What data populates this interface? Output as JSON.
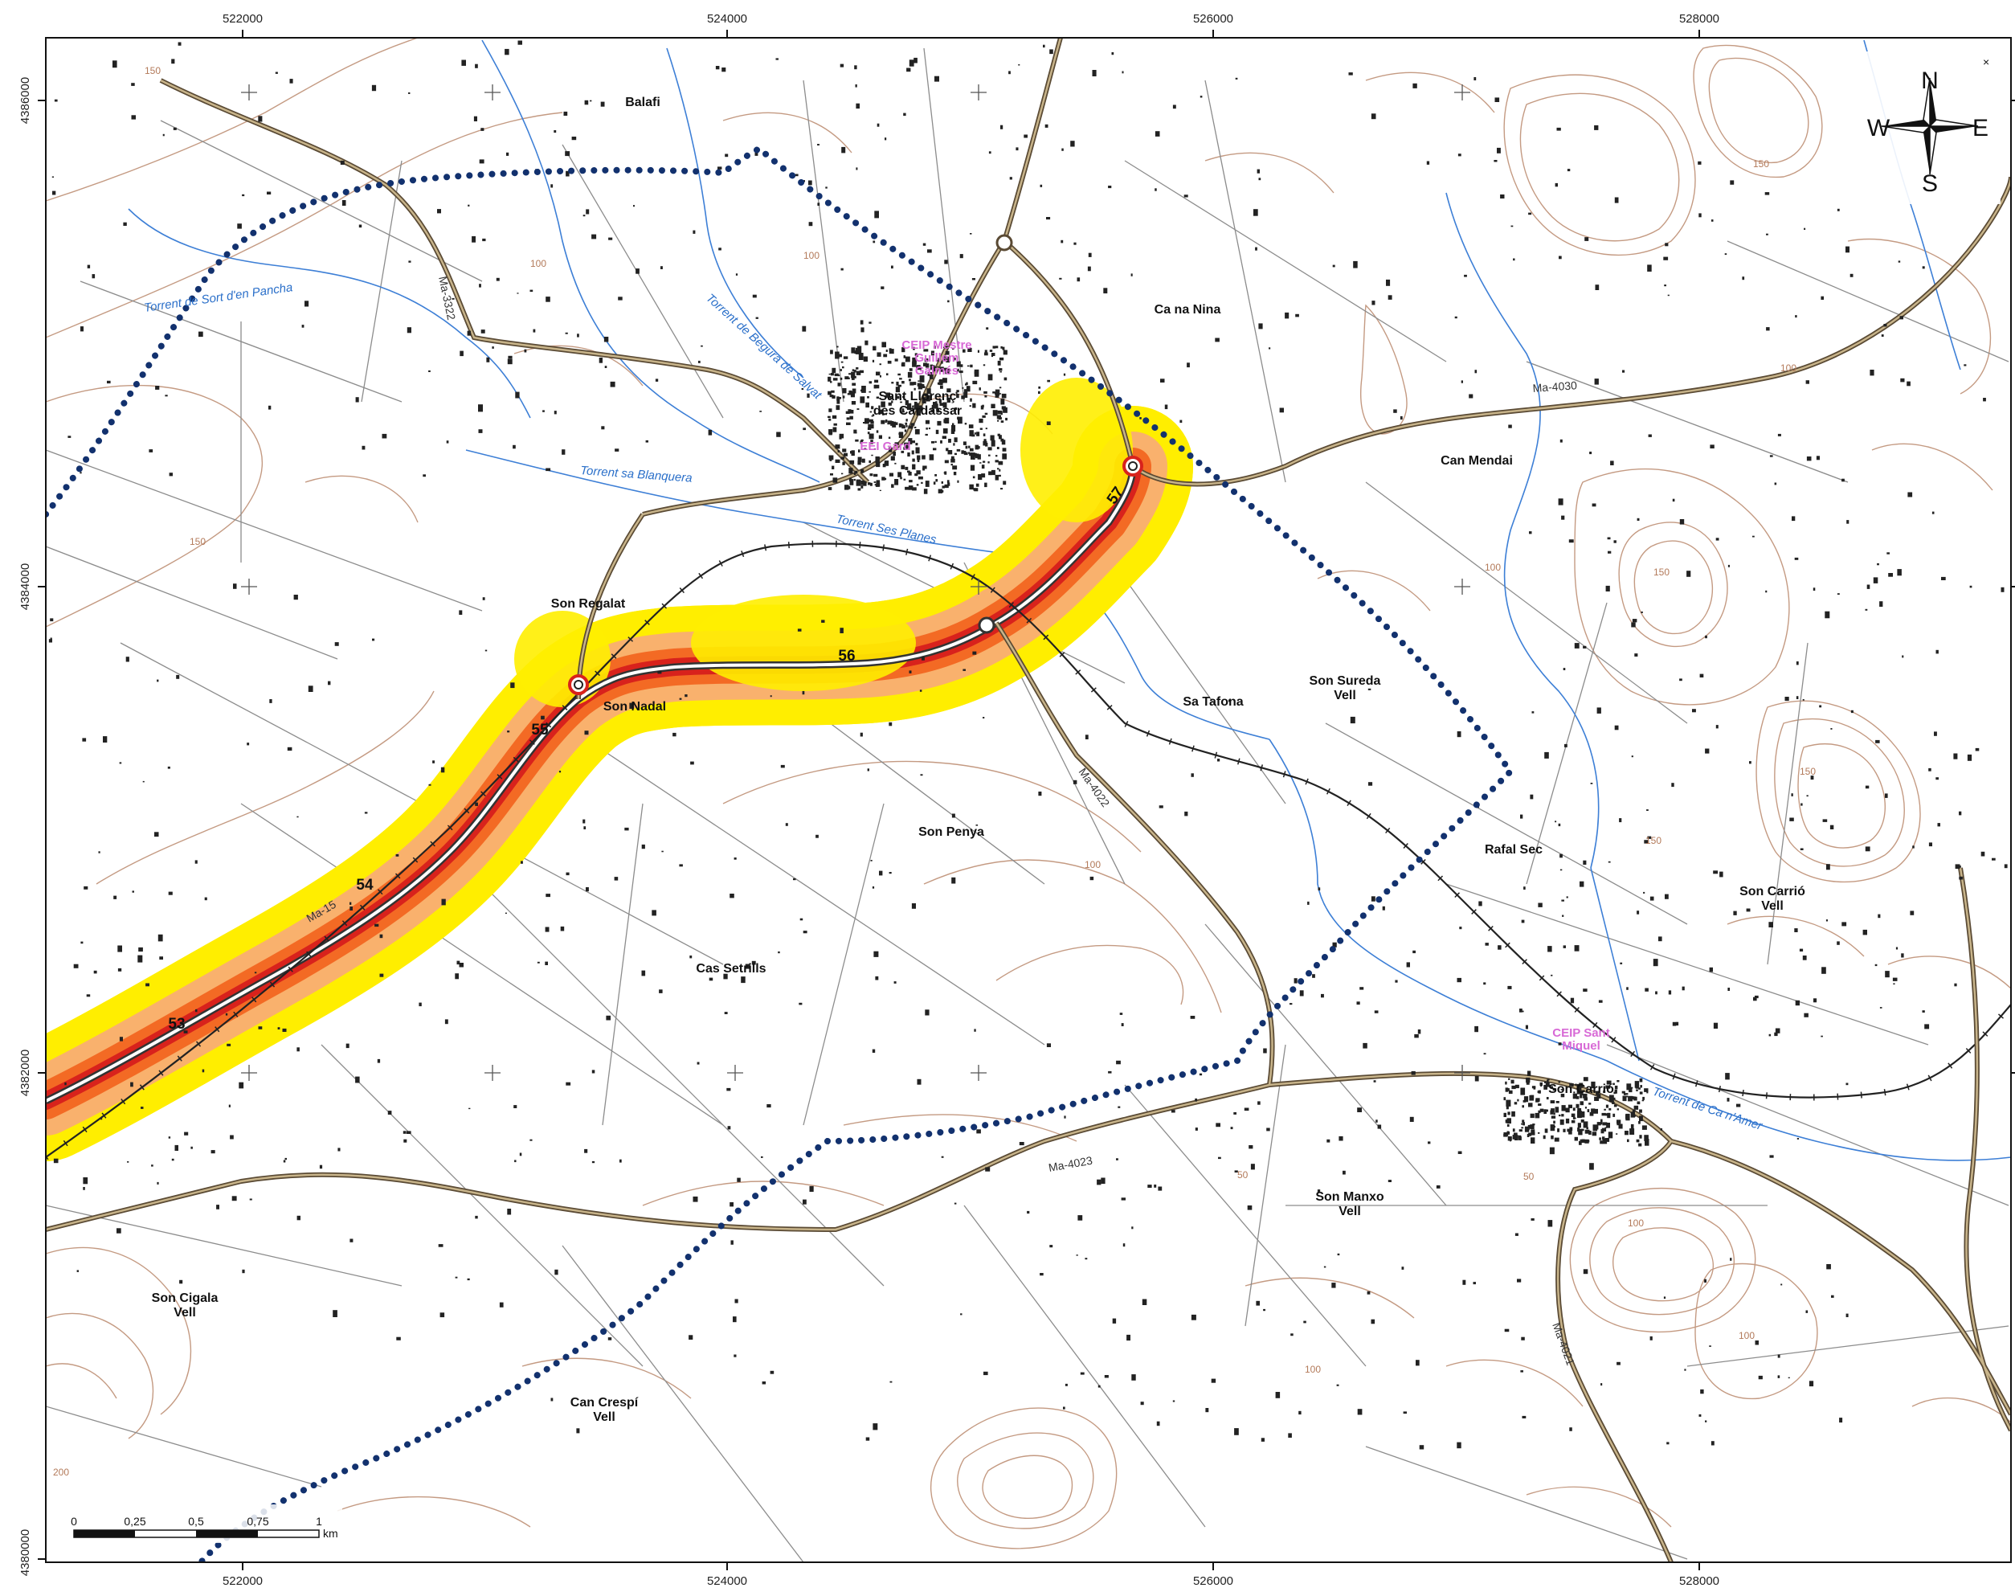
{
  "grid": {
    "x_labels": [
      "522000",
      "524000",
      "526000",
      "528000"
    ],
    "y_labels": [
      "4386000",
      "4384000",
      "4382000",
      "4380000"
    ]
  },
  "places": [
    {
      "id": "balafi",
      "name": "Balafi"
    },
    {
      "id": "ca-na-nina",
      "name": "Ca na Nina"
    },
    {
      "id": "sant-llorenc",
      "name": "Sant Llorenç"
    },
    {
      "id": "des-cardassar",
      "name": "des Cardassar"
    },
    {
      "id": "can-mendai",
      "name": "Can Mendai"
    },
    {
      "id": "son-regalat",
      "name": "Son Regalat"
    },
    {
      "id": "son-nadal",
      "name": "Son Nadal"
    },
    {
      "id": "sa-tafona",
      "name": "Sa Tafona"
    },
    {
      "id": "son-sureda",
      "name": "Son Sureda"
    },
    {
      "id": "son-sureda-vell",
      "name": "Vell"
    },
    {
      "id": "son-penya",
      "name": "Son Penya"
    },
    {
      "id": "rafal-sec",
      "name": "Rafal Sec"
    },
    {
      "id": "son-carrio-vell",
      "name": "Son Carrió"
    },
    {
      "id": "son-carrio-vell-2",
      "name": "Vell"
    },
    {
      "id": "cas-setrills",
      "name": "Cas Setrills"
    },
    {
      "id": "son-carrio",
      "name": "Son Carrió"
    },
    {
      "id": "son-manxo",
      "name": "Son Manxo"
    },
    {
      "id": "son-manxo-vell",
      "name": "Vell"
    },
    {
      "id": "son-cigala",
      "name": "Son Cigala"
    },
    {
      "id": "son-cigala-vell",
      "name": "Vell"
    },
    {
      "id": "can-crespi",
      "name": "Can Crespí"
    },
    {
      "id": "can-crespi-vell",
      "name": "Vell"
    }
  ],
  "schools": [
    {
      "id": "ceip-mestre-1",
      "name": "CEIP Mestre"
    },
    {
      "id": "ceip-mestre-2",
      "name": "Guillem"
    },
    {
      "id": "ceip-mestre-3",
      "name": "Galmés"
    },
    {
      "id": "eei-gard",
      "name": "EEI Gard"
    },
    {
      "id": "ceip-sant-1",
      "name": "CEIP Sant"
    },
    {
      "id": "ceip-sant-2",
      "name": "Miquel"
    }
  ],
  "rivers": [
    {
      "id": "sort-den-pancha",
      "name": "Torrent de Sort d'en Pancha"
    },
    {
      "id": "begura",
      "name": "Torrent de Begura de Salvat"
    },
    {
      "id": "blanquera",
      "name": "Torrent sa Blanquera"
    },
    {
      "id": "ses-planes",
      "name": "Torrent Ses Planes"
    },
    {
      "id": "ca-namer",
      "name": "Torrent de Ca n'Amer"
    }
  ],
  "roads": [
    {
      "id": "ma4030",
      "name": "Ma-4030"
    },
    {
      "id": "ma3322",
      "name": "Ma-3322"
    },
    {
      "id": "ma4023",
      "name": "Ma-4023"
    },
    {
      "id": "ma4022",
      "name": "Ma-4022"
    },
    {
      "id": "ma15",
      "name": "Ma-15"
    },
    {
      "id": "ma4021",
      "name": "Ma-4021"
    }
  ],
  "km_markers": [
    "53",
    "54",
    "55",
    "56",
    "57"
  ],
  "contour_labels": [
    "150",
    "100",
    "150",
    "100",
    "150",
    "100",
    "100",
    "150",
    "50",
    "50",
    "100",
    "100",
    "150",
    "100",
    "150",
    "200",
    "100"
  ],
  "scale_bar": {
    "ticks": [
      "0",
      "0,25",
      "0,5",
      "0,75",
      "1"
    ],
    "unit": "km",
    "length_km": 1
  },
  "compass": {
    "n": "N",
    "s": "S",
    "e": "E",
    "w": "W"
  },
  "colors": {
    "noise_outer": "#ffee00",
    "noise_mid": "#f9b16d",
    "noise_inner": "#f36a24",
    "noise_core": "#d8221c",
    "study_boundary": "#12316e",
    "road": "#8a7350",
    "river": "#3d7fd6",
    "contour": "#c49a82",
    "school_label": "#d86ad6"
  }
}
